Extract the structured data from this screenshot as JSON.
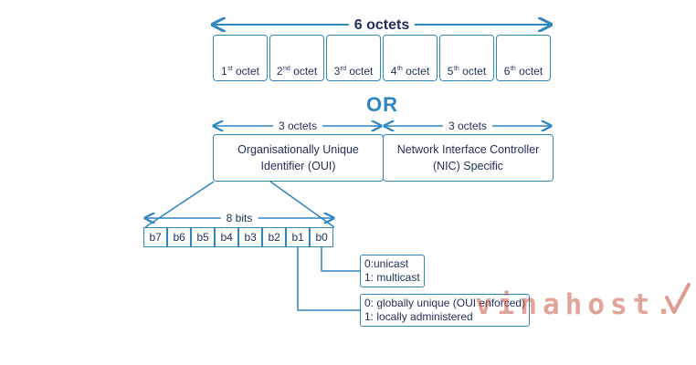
{
  "top_span": {
    "label": "6 octets"
  },
  "octets": [
    {
      "num": "1",
      "sup": "st",
      "word": "octet"
    },
    {
      "num": "2",
      "sup": "nd",
      "word": "octet"
    },
    {
      "num": "3",
      "sup": "rd",
      "word": "octet"
    },
    {
      "num": "4",
      "sup": "th",
      "word": "octet"
    },
    {
      "num": "5",
      "sup": "th",
      "word": "octet"
    },
    {
      "num": "6",
      "sup": "th",
      "word": "octet"
    }
  ],
  "separator": {
    "text": "OR"
  },
  "oui_span": {
    "label": "3 octets"
  },
  "nic_span": {
    "label": "3 octets"
  },
  "oui_box": {
    "line1": "Organisationally Unique",
    "line2": "Identifier (OUI)"
  },
  "nic_box": {
    "line1": "Network Interface Controller",
    "line2": "(NIC) Specific"
  },
  "bits_span": {
    "label": "8 bits"
  },
  "bits": [
    "b7",
    "b6",
    "b5",
    "b4",
    "b3",
    "b2",
    "b1",
    "b0"
  ],
  "b0_note": {
    "line1": "0:unicast",
    "line2": "1: multicast"
  },
  "b1_note": {
    "line1": "0: globally unique (OUI enforced)",
    "line2": "1: locally administered"
  },
  "watermark": {
    "text": "vinahost.",
    "color": "#c85a46"
  },
  "colors": {
    "accent": "#2f86bf",
    "text": "#1f2d5a"
  }
}
